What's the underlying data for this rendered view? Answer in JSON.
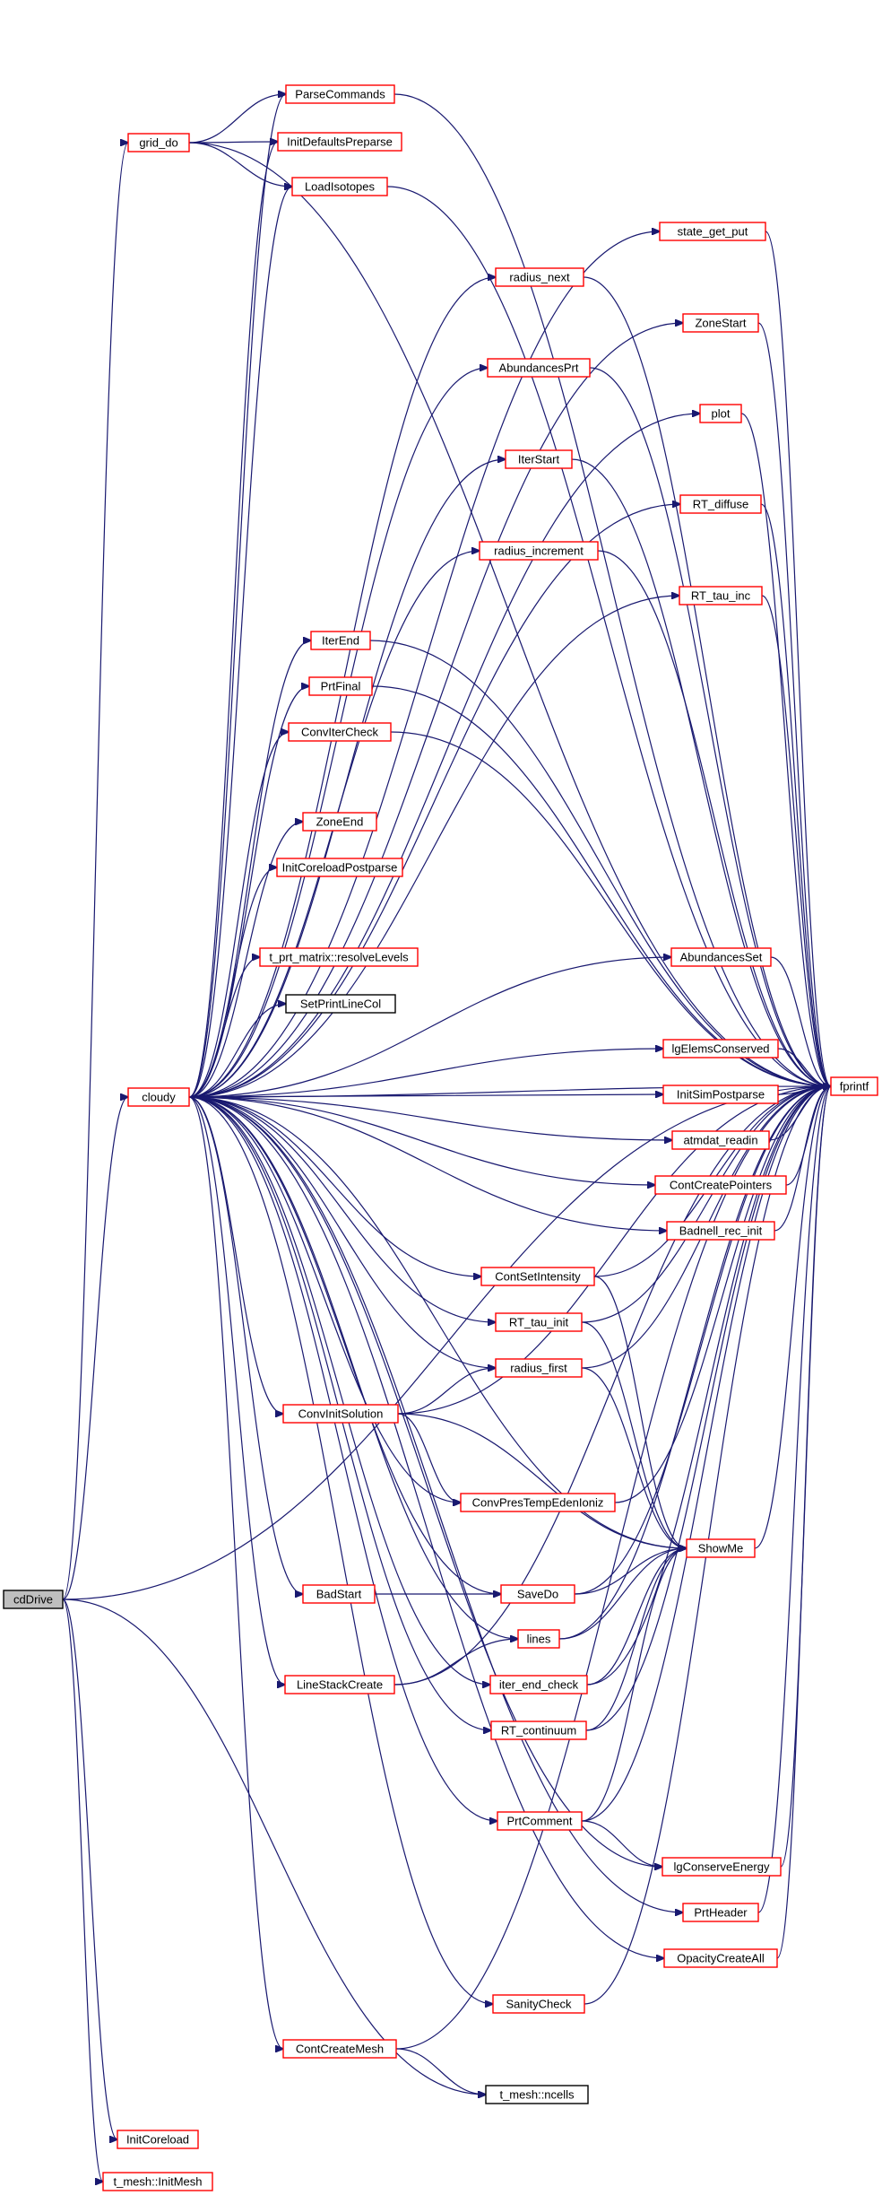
{
  "colors": {
    "edge": "#191970",
    "link_border": "#ff0000",
    "plain_border": "#000000",
    "focus_fill": "#bfbfbf",
    "node_fill": "#ffffff"
  },
  "graph": {
    "root": "cdDrive",
    "nodes": [
      {
        "id": "cdDrive",
        "label": "cdDrive",
        "style": "focus"
      },
      {
        "id": "grid_do",
        "label": "grid_do",
        "style": "link"
      },
      {
        "id": "cloudy",
        "label": "cloudy",
        "style": "link"
      },
      {
        "id": "InitCoreload",
        "label": "InitCoreload",
        "style": "link"
      },
      {
        "id": "t_mesh_InitMesh",
        "label": "t_mesh::InitMesh",
        "style": "link"
      },
      {
        "id": "ParseCommands",
        "label": "ParseCommands",
        "style": "link"
      },
      {
        "id": "InitDefaultsPreparse",
        "label": "InitDefaultsPreparse",
        "style": "link"
      },
      {
        "id": "LoadIsotopes",
        "label": "LoadIsotopes",
        "style": "link"
      },
      {
        "id": "state_get_put",
        "label": "state_get_put",
        "style": "link"
      },
      {
        "id": "radius_next",
        "label": "radius_next",
        "style": "link"
      },
      {
        "id": "ZoneStart",
        "label": "ZoneStart",
        "style": "link"
      },
      {
        "id": "AbundancesPrt",
        "label": "AbundancesPrt",
        "style": "link"
      },
      {
        "id": "plot",
        "label": "plot",
        "style": "link"
      },
      {
        "id": "IterStart",
        "label": "IterStart",
        "style": "link"
      },
      {
        "id": "RT_diffuse",
        "label": "RT_diffuse",
        "style": "link"
      },
      {
        "id": "radius_increment",
        "label": "radius_increment",
        "style": "link"
      },
      {
        "id": "RT_tau_inc",
        "label": "RT_tau_inc",
        "style": "link"
      },
      {
        "id": "IterEnd",
        "label": "IterEnd",
        "style": "link"
      },
      {
        "id": "PrtFinal",
        "label": "PrtFinal",
        "style": "link"
      },
      {
        "id": "ConvIterCheck",
        "label": "ConvIterCheck",
        "style": "link"
      },
      {
        "id": "ZoneEnd",
        "label": "ZoneEnd",
        "style": "link"
      },
      {
        "id": "InitCoreloadPostparse",
        "label": "InitCoreloadPostparse",
        "style": "link"
      },
      {
        "id": "t_prt_matrix_resolveLevels",
        "label": "t_prt_matrix::resolveLevels",
        "style": "link"
      },
      {
        "id": "AbundancesSet",
        "label": "AbundancesSet",
        "style": "link"
      },
      {
        "id": "SetPrintLineCol",
        "label": "SetPrintLineCol",
        "style": "plain"
      },
      {
        "id": "lgElemsConserved",
        "label": "lgElemsConserved",
        "style": "link"
      },
      {
        "id": "InitSimPostparse",
        "label": "InitSimPostparse",
        "style": "link"
      },
      {
        "id": "fprintf",
        "label": "fprintf",
        "style": "link"
      },
      {
        "id": "atmdat_readin",
        "label": "atmdat_readin",
        "style": "link"
      },
      {
        "id": "ContCreatePointers",
        "label": "ContCreatePointers",
        "style": "link"
      },
      {
        "id": "Badnell_rec_init",
        "label": "Badnell_rec_init",
        "style": "link"
      },
      {
        "id": "ContSetIntensity",
        "label": "ContSetIntensity",
        "style": "link"
      },
      {
        "id": "RT_tau_init",
        "label": "RT_tau_init",
        "style": "link"
      },
      {
        "id": "radius_first",
        "label": "radius_first",
        "style": "link"
      },
      {
        "id": "ConvInitSolution",
        "label": "ConvInitSolution",
        "style": "link"
      },
      {
        "id": "ConvPresTempEdenIoniz",
        "label": "ConvPresTempEdenIoniz",
        "style": "link"
      },
      {
        "id": "ShowMe",
        "label": "ShowMe",
        "style": "link"
      },
      {
        "id": "BadStart",
        "label": "BadStart",
        "style": "link"
      },
      {
        "id": "SaveDo",
        "label": "SaveDo",
        "style": "link"
      },
      {
        "id": "lines",
        "label": "lines",
        "style": "link"
      },
      {
        "id": "LineStackCreate",
        "label": "LineStackCreate",
        "style": "link"
      },
      {
        "id": "iter_end_check",
        "label": "iter_end_check",
        "style": "link"
      },
      {
        "id": "RT_continuum",
        "label": "RT_continuum",
        "style": "link"
      },
      {
        "id": "PrtComment",
        "label": "PrtComment",
        "style": "link"
      },
      {
        "id": "lgConserveEnergy",
        "label": "lgConserveEnergy",
        "style": "link"
      },
      {
        "id": "PrtHeader",
        "label": "PrtHeader",
        "style": "link"
      },
      {
        "id": "OpacityCreateAll",
        "label": "OpacityCreateAll",
        "style": "link"
      },
      {
        "id": "SanityCheck",
        "label": "SanityCheck",
        "style": "link"
      },
      {
        "id": "ContCreateMesh",
        "label": "ContCreateMesh",
        "style": "link"
      },
      {
        "id": "t_mesh_ncells",
        "label": "t_mesh::ncells",
        "style": "plain"
      }
    ],
    "edges": [
      [
        "cdDrive",
        "grid_do"
      ],
      [
        "cdDrive",
        "cloudy"
      ],
      [
        "cdDrive",
        "InitCoreload"
      ],
      [
        "cdDrive",
        "t_mesh_InitMesh"
      ],
      [
        "cdDrive",
        "fprintf"
      ],
      [
        "cdDrive",
        "t_mesh_ncells"
      ],
      [
        "grid_do",
        "ParseCommands"
      ],
      [
        "grid_do",
        "InitDefaultsPreparse"
      ],
      [
        "grid_do",
        "LoadIsotopes"
      ],
      [
        "grid_do",
        "fprintf"
      ],
      [
        "cloudy",
        "ParseCommands"
      ],
      [
        "cloudy",
        "InitDefaultsPreparse"
      ],
      [
        "cloudy",
        "LoadIsotopes"
      ],
      [
        "cloudy",
        "state_get_put"
      ],
      [
        "cloudy",
        "radius_next"
      ],
      [
        "cloudy",
        "ZoneStart"
      ],
      [
        "cloudy",
        "AbundancesPrt"
      ],
      [
        "cloudy",
        "plot"
      ],
      [
        "cloudy",
        "IterStart"
      ],
      [
        "cloudy",
        "RT_diffuse"
      ],
      [
        "cloudy",
        "radius_increment"
      ],
      [
        "cloudy",
        "RT_tau_inc"
      ],
      [
        "cloudy",
        "IterEnd"
      ],
      [
        "cloudy",
        "PrtFinal"
      ],
      [
        "cloudy",
        "ConvIterCheck"
      ],
      [
        "cloudy",
        "fprintf"
      ],
      [
        "cloudy",
        "ZoneEnd"
      ],
      [
        "cloudy",
        "InitCoreloadPostparse"
      ],
      [
        "cloudy",
        "t_prt_matrix_resolveLevels"
      ],
      [
        "cloudy",
        "AbundancesSet"
      ],
      [
        "cloudy",
        "SetPrintLineCol"
      ],
      [
        "cloudy",
        "lgElemsConserved"
      ],
      [
        "cloudy",
        "InitSimPostparse"
      ],
      [
        "cloudy",
        "atmdat_readin"
      ],
      [
        "cloudy",
        "ContCreatePointers"
      ],
      [
        "cloudy",
        "Badnell_rec_init"
      ],
      [
        "cloudy",
        "ContSetIntensity"
      ],
      [
        "cloudy",
        "RT_tau_init"
      ],
      [
        "cloudy",
        "radius_first"
      ],
      [
        "cloudy",
        "ConvInitSolution"
      ],
      [
        "cloudy",
        "ConvPresTempEdenIoniz"
      ],
      [
        "cloudy",
        "ShowMe"
      ],
      [
        "cloudy",
        "BadStart"
      ],
      [
        "cloudy",
        "SaveDo"
      ],
      [
        "cloudy",
        "lines"
      ],
      [
        "cloudy",
        "LineStackCreate"
      ],
      [
        "cloudy",
        "iter_end_check"
      ],
      [
        "cloudy",
        "RT_continuum"
      ],
      [
        "cloudy",
        "PrtComment"
      ],
      [
        "cloudy",
        "lgConserveEnergy"
      ],
      [
        "cloudy",
        "PrtHeader"
      ],
      [
        "cloudy",
        "OpacityCreateAll"
      ],
      [
        "cloudy",
        "SanityCheck"
      ],
      [
        "cloudy",
        "ContCreateMesh"
      ],
      [
        "ParseCommands",
        "fprintf"
      ],
      [
        "LoadIsotopes",
        "fprintf"
      ],
      [
        "state_get_put",
        "fprintf"
      ],
      [
        "radius_next",
        "fprintf"
      ],
      [
        "ZoneStart",
        "fprintf"
      ],
      [
        "AbundancesPrt",
        "fprintf"
      ],
      [
        "plot",
        "fprintf"
      ],
      [
        "IterStart",
        "fprintf"
      ],
      [
        "RT_diffuse",
        "fprintf"
      ],
      [
        "radius_increment",
        "fprintf"
      ],
      [
        "RT_tau_inc",
        "fprintf"
      ],
      [
        "IterEnd",
        "fprintf"
      ],
      [
        "PrtFinal",
        "fprintf"
      ],
      [
        "ConvIterCheck",
        "fprintf"
      ],
      [
        "AbundancesSet",
        "fprintf"
      ],
      [
        "lgElemsConserved",
        "fprintf"
      ],
      [
        "InitSimPostparse",
        "fprintf"
      ],
      [
        "atmdat_readin",
        "fprintf"
      ],
      [
        "ContCreatePointers",
        "fprintf"
      ],
      [
        "Badnell_rec_init",
        "fprintf"
      ],
      [
        "ContSetIntensity",
        "fprintf"
      ],
      [
        "ContSetIntensity",
        "ShowMe"
      ],
      [
        "RT_tau_init",
        "fprintf"
      ],
      [
        "RT_tau_init",
        "ShowMe"
      ],
      [
        "radius_first",
        "fprintf"
      ],
      [
        "radius_first",
        "ShowMe"
      ],
      [
        "ConvInitSolution",
        "radius_first"
      ],
      [
        "ConvInitSolution",
        "ConvPresTempEdenIoniz"
      ],
      [
        "ConvInitSolution",
        "ShowMe"
      ],
      [
        "ConvInitSolution",
        "fprintf"
      ],
      [
        "ConvPresTempEdenIoniz",
        "fprintf"
      ],
      [
        "ShowMe",
        "fprintf"
      ],
      [
        "BadStart",
        "SaveDo"
      ],
      [
        "SaveDo",
        "ShowMe"
      ],
      [
        "SaveDo",
        "fprintf"
      ],
      [
        "lines",
        "ShowMe"
      ],
      [
        "lines",
        "fprintf"
      ],
      [
        "LineStackCreate",
        "lines"
      ],
      [
        "LineStackCreate",
        "fprintf"
      ],
      [
        "iter_end_check",
        "ShowMe"
      ],
      [
        "iter_end_check",
        "fprintf"
      ],
      [
        "RT_continuum",
        "ShowMe"
      ],
      [
        "RT_continuum",
        "fprintf"
      ],
      [
        "PrtComment",
        "ShowMe"
      ],
      [
        "PrtComment",
        "lgConserveEnergy"
      ],
      [
        "PrtComment",
        "fprintf"
      ],
      [
        "lgConserveEnergy",
        "fprintf"
      ],
      [
        "PrtHeader",
        "fprintf"
      ],
      [
        "OpacityCreateAll",
        "fprintf"
      ],
      [
        "SanityCheck",
        "fprintf"
      ],
      [
        "ContCreateMesh",
        "t_mesh_ncells"
      ],
      [
        "ContCreateMesh",
        "fprintf"
      ]
    ]
  }
}
